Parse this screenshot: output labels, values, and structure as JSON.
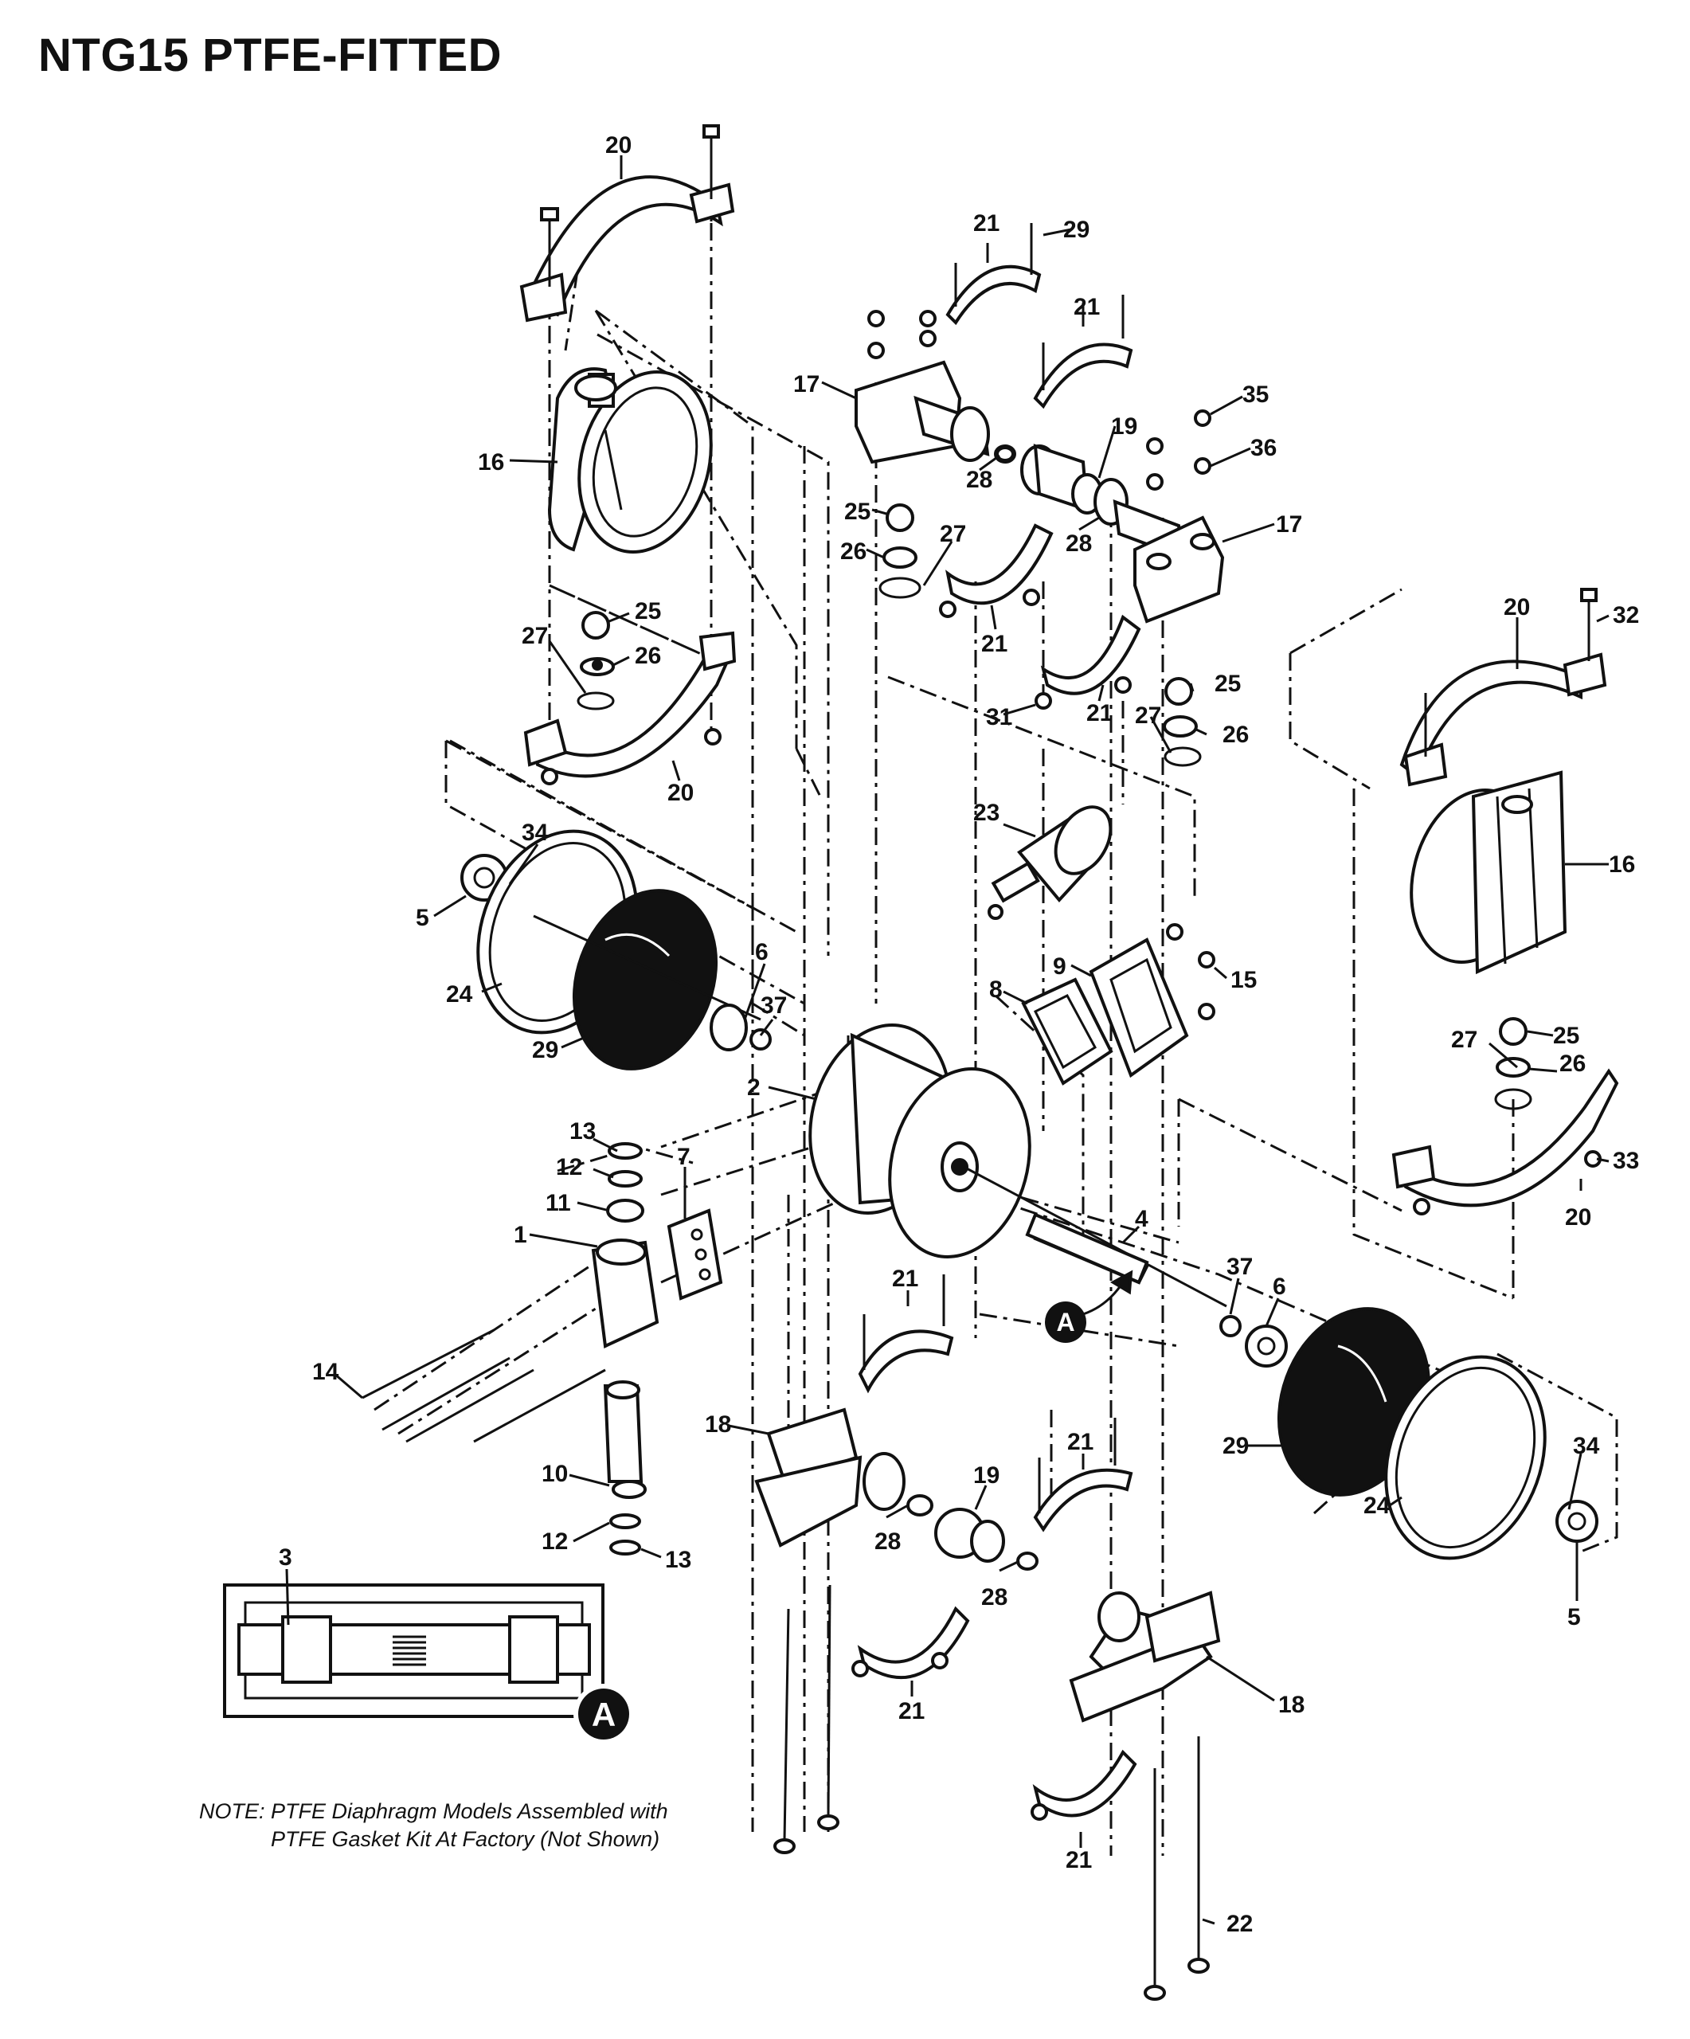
{
  "title": "NTG15 PTFE-FITTED",
  "note": {
    "line1": "NOTE: PTFE Diaphragm Models Assembled with",
    "line2": "PTFE Gasket Kit At Factory (Not Shown)"
  },
  "detail_badge": "A",
  "callouts": [
    {
      "id": "c20a",
      "text": "20"
    },
    {
      "id": "c21a",
      "text": "21"
    },
    {
      "id": "c29a",
      "text": "29"
    },
    {
      "id": "c21b",
      "text": "21"
    },
    {
      "id": "c17a",
      "text": "17"
    },
    {
      "id": "c16a",
      "text": "16"
    },
    {
      "id": "c35",
      "text": "35"
    },
    {
      "id": "c19a",
      "text": "19"
    },
    {
      "id": "c36",
      "text": "36"
    },
    {
      "id": "c28a",
      "text": "28"
    },
    {
      "id": "c25a",
      "text": "25"
    },
    {
      "id": "c28b",
      "text": "28"
    },
    {
      "id": "c17b",
      "text": "17"
    },
    {
      "id": "c26a",
      "text": "26"
    },
    {
      "id": "c27a",
      "text": "27"
    },
    {
      "id": "c21c",
      "text": "21"
    },
    {
      "id": "c25b",
      "text": "25"
    },
    {
      "id": "c27b",
      "text": "27"
    },
    {
      "id": "c26b",
      "text": "26"
    },
    {
      "id": "c20b",
      "text": "20"
    },
    {
      "id": "c32",
      "text": "32"
    },
    {
      "id": "c31",
      "text": "31"
    },
    {
      "id": "c21d",
      "text": "21"
    },
    {
      "id": "c25c",
      "text": "25"
    },
    {
      "id": "c27c",
      "text": "27"
    },
    {
      "id": "c26c",
      "text": "26"
    },
    {
      "id": "c20c",
      "text": "20"
    },
    {
      "id": "c23",
      "text": "23"
    },
    {
      "id": "c16b",
      "text": "16"
    },
    {
      "id": "c34a",
      "text": "34"
    },
    {
      "id": "c5a",
      "text": "5"
    },
    {
      "id": "c9",
      "text": "9"
    },
    {
      "id": "c15",
      "text": "15"
    },
    {
      "id": "c24a",
      "text": "24"
    },
    {
      "id": "c6a",
      "text": "6"
    },
    {
      "id": "c8",
      "text": "8"
    },
    {
      "id": "c37a",
      "text": "37"
    },
    {
      "id": "c29b",
      "text": "29"
    },
    {
      "id": "c27d",
      "text": "27"
    },
    {
      "id": "c25d",
      "text": "25"
    },
    {
      "id": "c26d",
      "text": "26"
    },
    {
      "id": "c2",
      "text": "2"
    },
    {
      "id": "c13a",
      "text": "13"
    },
    {
      "id": "c12a",
      "text": "12"
    },
    {
      "id": "c7",
      "text": "7"
    },
    {
      "id": "c33",
      "text": "33"
    },
    {
      "id": "c20d",
      "text": "20"
    },
    {
      "id": "c11",
      "text": "11"
    },
    {
      "id": "c1",
      "text": "1"
    },
    {
      "id": "c4",
      "text": "4"
    },
    {
      "id": "c21e",
      "text": "21"
    },
    {
      "id": "c37b",
      "text": "37"
    },
    {
      "id": "c6b",
      "text": "6"
    },
    {
      "id": "c14",
      "text": "14"
    },
    {
      "id": "c18a",
      "text": "18"
    },
    {
      "id": "c21f",
      "text": "21"
    },
    {
      "id": "c29c",
      "text": "29"
    },
    {
      "id": "c19b",
      "text": "19"
    },
    {
      "id": "c34b",
      "text": "34"
    },
    {
      "id": "c10",
      "text": "10"
    },
    {
      "id": "c24b",
      "text": "24"
    },
    {
      "id": "c28c",
      "text": "28"
    },
    {
      "id": "c12b",
      "text": "12"
    },
    {
      "id": "c13b",
      "text": "13"
    },
    {
      "id": "c28d",
      "text": "28"
    },
    {
      "id": "c5b",
      "text": "5"
    },
    {
      "id": "c3",
      "text": "3"
    },
    {
      "id": "c21g",
      "text": "21"
    },
    {
      "id": "c18b",
      "text": "18"
    },
    {
      "id": "c21h",
      "text": "21"
    },
    {
      "id": "c22",
      "text": "22"
    }
  ]
}
